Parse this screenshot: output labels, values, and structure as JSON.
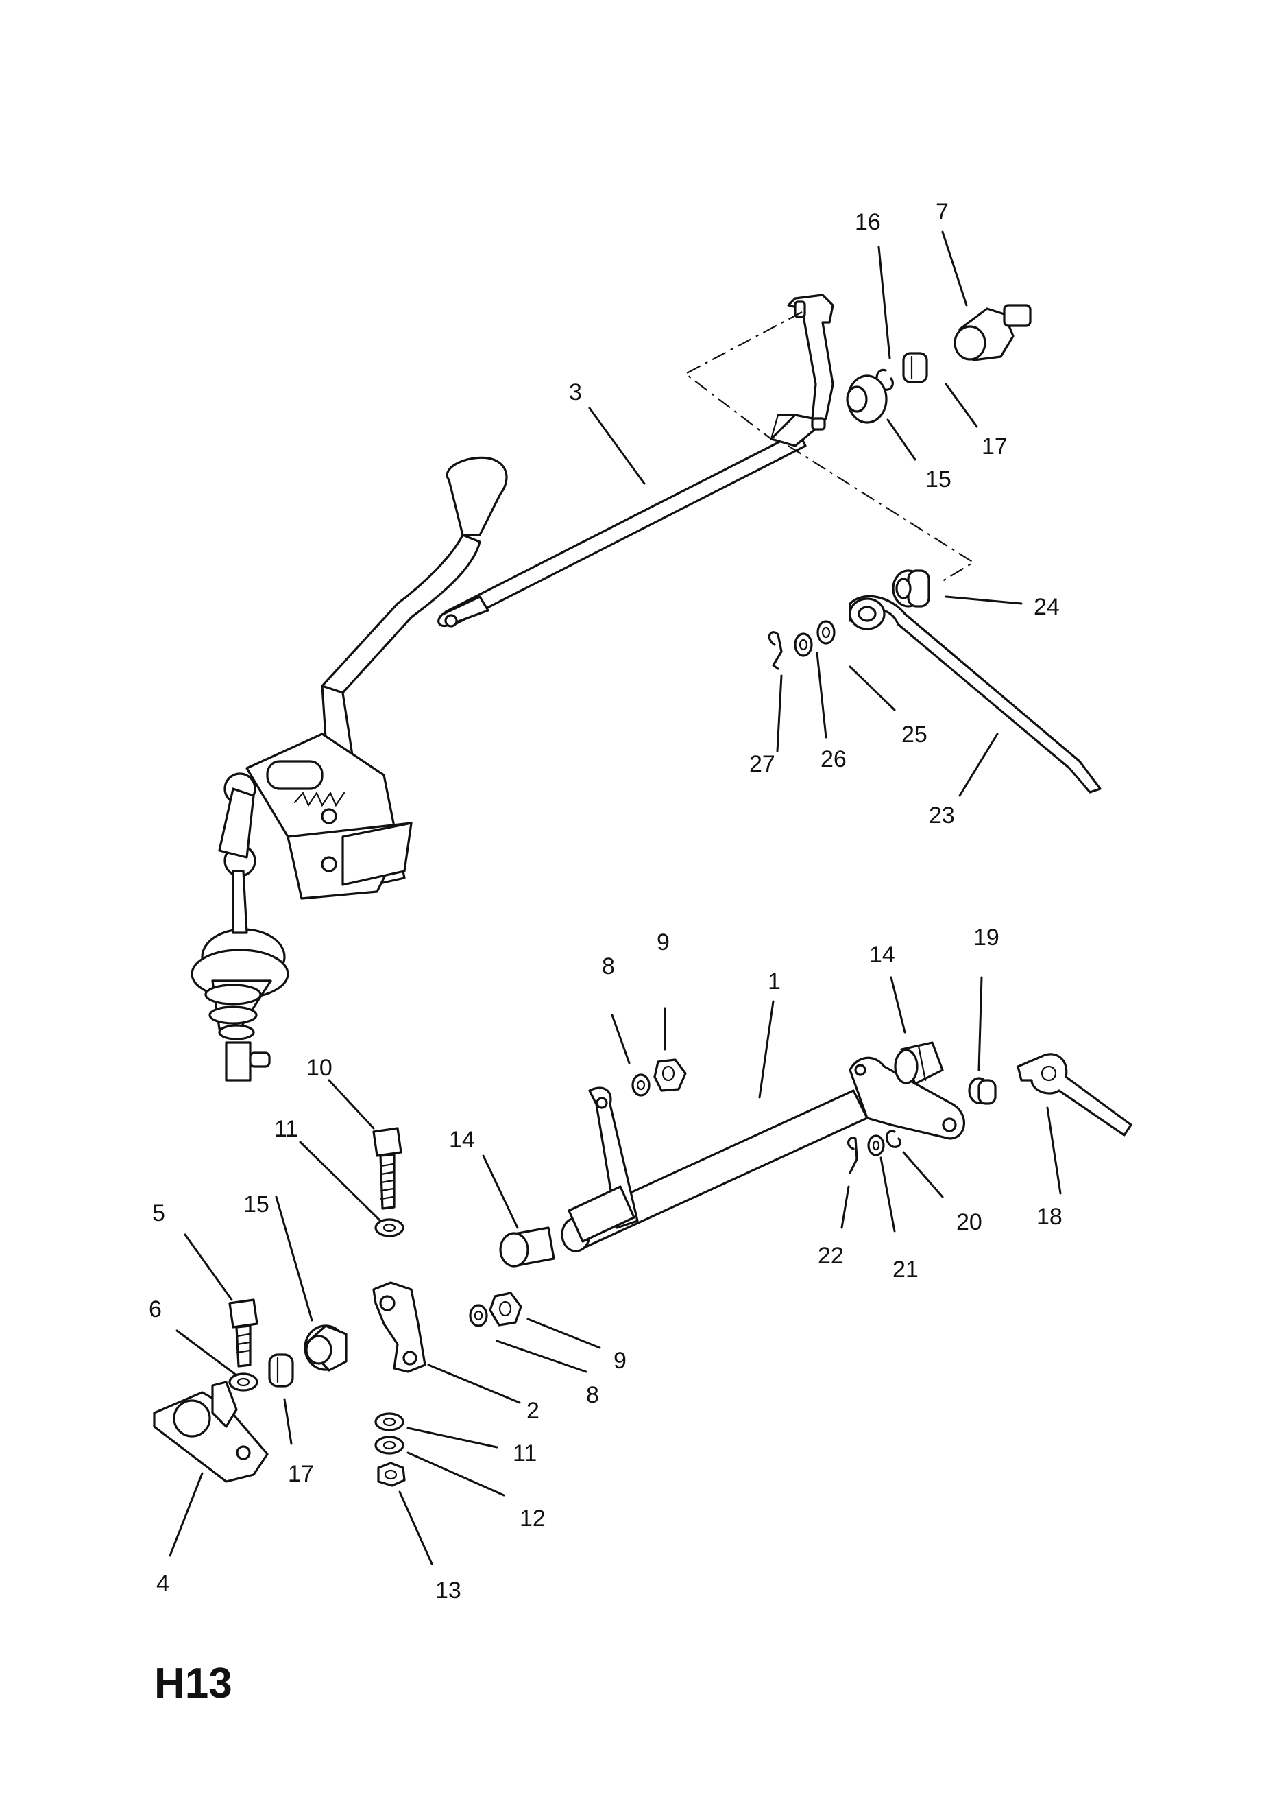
{
  "diagram": {
    "sheet_id": "H13",
    "callouts": {
      "c1": "1",
      "c2": "2",
      "c3": "3",
      "c4": "4",
      "c5": "5",
      "c6": "6",
      "c7": "7",
      "c8_upper": "8",
      "c8_lower": "8",
      "c9_upper": "9",
      "c9_lower": "9",
      "c10": "10",
      "c11_upper": "11",
      "c11_lower": "11",
      "c12": "12",
      "c13": "13",
      "c14_left": "14",
      "c14_right": "14",
      "c15_left": "15",
      "c15_upper": "15",
      "c16": "16",
      "c17_left": "17",
      "c17_upper": "17",
      "c18": "18",
      "c19": "19",
      "c20": "20",
      "c21": "21",
      "c22": "22",
      "c23": "23",
      "c24": "24",
      "c25": "25",
      "c26": "26",
      "c27": "27"
    }
  }
}
